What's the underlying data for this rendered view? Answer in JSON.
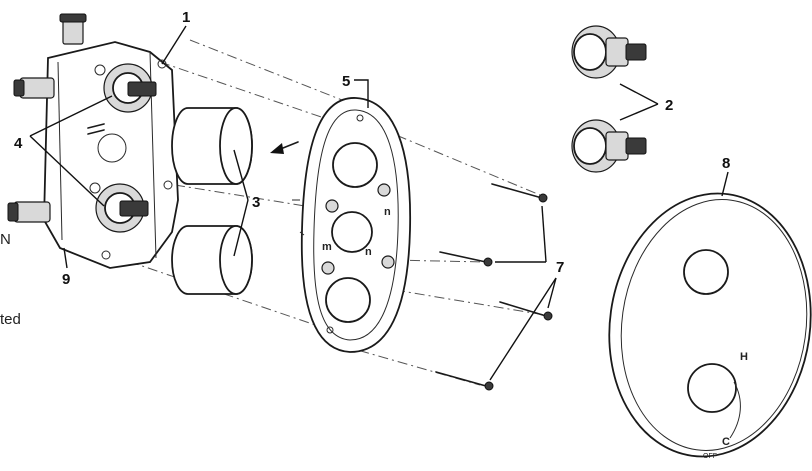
{
  "callouts": {
    "c1": "1",
    "c2": "2",
    "c3": "3",
    "c4": "4",
    "c5": "5",
    "c7": "7",
    "c8": "8",
    "c9": "9"
  },
  "cropped_text": {
    "line1": "N",
    "line2": "ted"
  },
  "plate_marks": {
    "mark_a": "n",
    "mark_b": "n",
    "mark_c": "m"
  },
  "trim_marks": {
    "hot": "H",
    "cold": "C",
    "off": "OFF"
  }
}
